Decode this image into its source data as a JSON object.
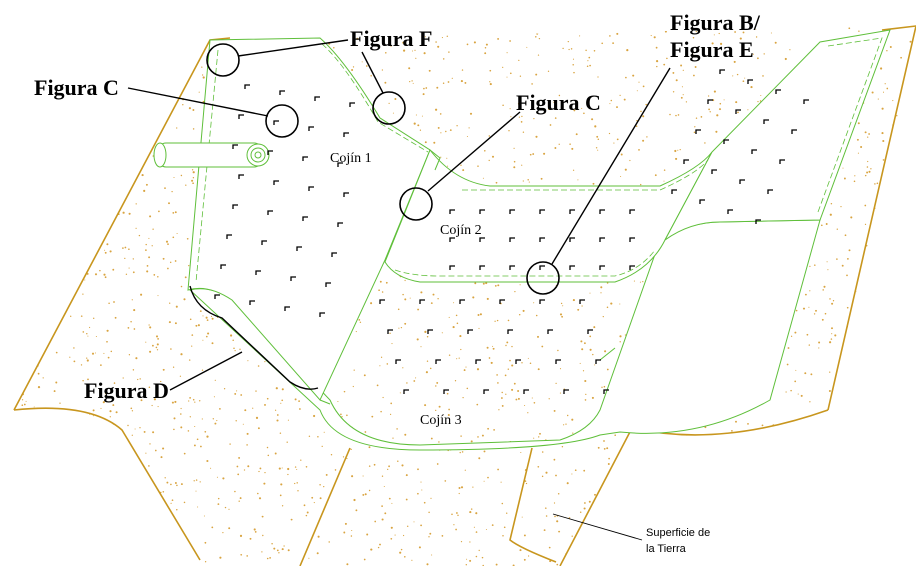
{
  "labels": {
    "figura_f": "Figura F",
    "figura_c_left": "Figura C",
    "figura_c_center": "Figura C",
    "figura_be_line1": "Figura B/",
    "figura_be_line2": "Figura E",
    "figura_d": "Figura D",
    "cojin_1": "Cojín 1",
    "cojin_2": "Cojín 2",
    "cojin_3": "Cojín 3",
    "superficie_line1": "Superficie de",
    "superficie_line2": "la Tierra"
  },
  "colors": {
    "earth_edge": "#c8961e",
    "earth_dots": "#d9a441",
    "mat_outline": "#5fbf3a",
    "callout": "#000000"
  },
  "icons": {
    "staple": "staple-icon",
    "roll": "mat-roll-icon"
  }
}
